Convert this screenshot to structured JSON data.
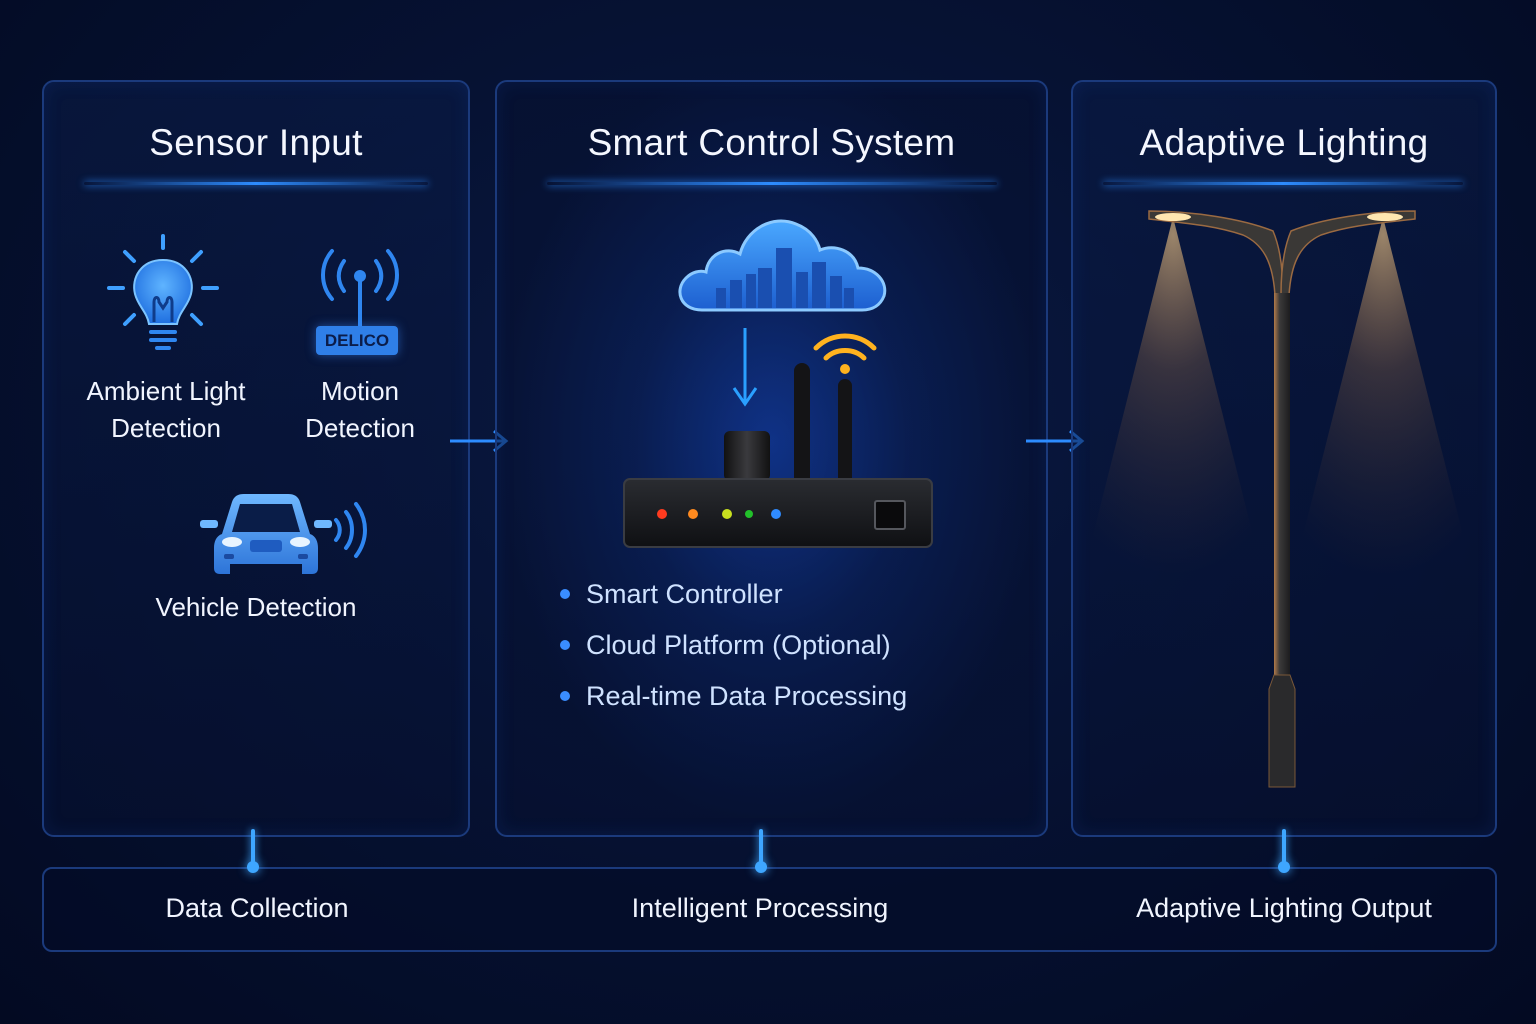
{
  "panels": {
    "sensor_input": {
      "title": "Sensor Input",
      "items": [
        {
          "icon": "light-bulb-icon",
          "label_line1": "Ambient Light",
          "label_line2": "Detection"
        },
        {
          "icon": "antenna-sensor-icon",
          "badge": "DELICO",
          "label_line1": "Motion",
          "label_line2": "Detection"
        },
        {
          "icon": "car-icon",
          "label_line1": "Vehicle Detection"
        }
      ]
    },
    "smart_control": {
      "title": "Smart Control System",
      "icons": [
        "cloud-city-icon",
        "down-arrow-icon",
        "wifi-icon",
        "controller-device-icon"
      ],
      "bullets": [
        "Smart Controller",
        "Cloud Platform (Optional)",
        "Real-time Data Processing"
      ]
    },
    "adaptive_lighting": {
      "title": "Adaptive Lighting",
      "icon": "street-lamp-icon"
    }
  },
  "bottom_bar": {
    "stages": [
      "Data Collection",
      "Intelligent Processing",
      "Adaptive Lighting Output"
    ]
  },
  "colors": {
    "accent": "#2d8cff",
    "panel_border": "#1b3a7c",
    "wifi": "#ffb21f",
    "lamp_glow": "#ffc77a",
    "background": "#061233"
  },
  "device_leds": [
    "#ff3b1f",
    "#ff8a1f",
    "#c8e01f",
    "#22c02a",
    "#2f8bff"
  ]
}
